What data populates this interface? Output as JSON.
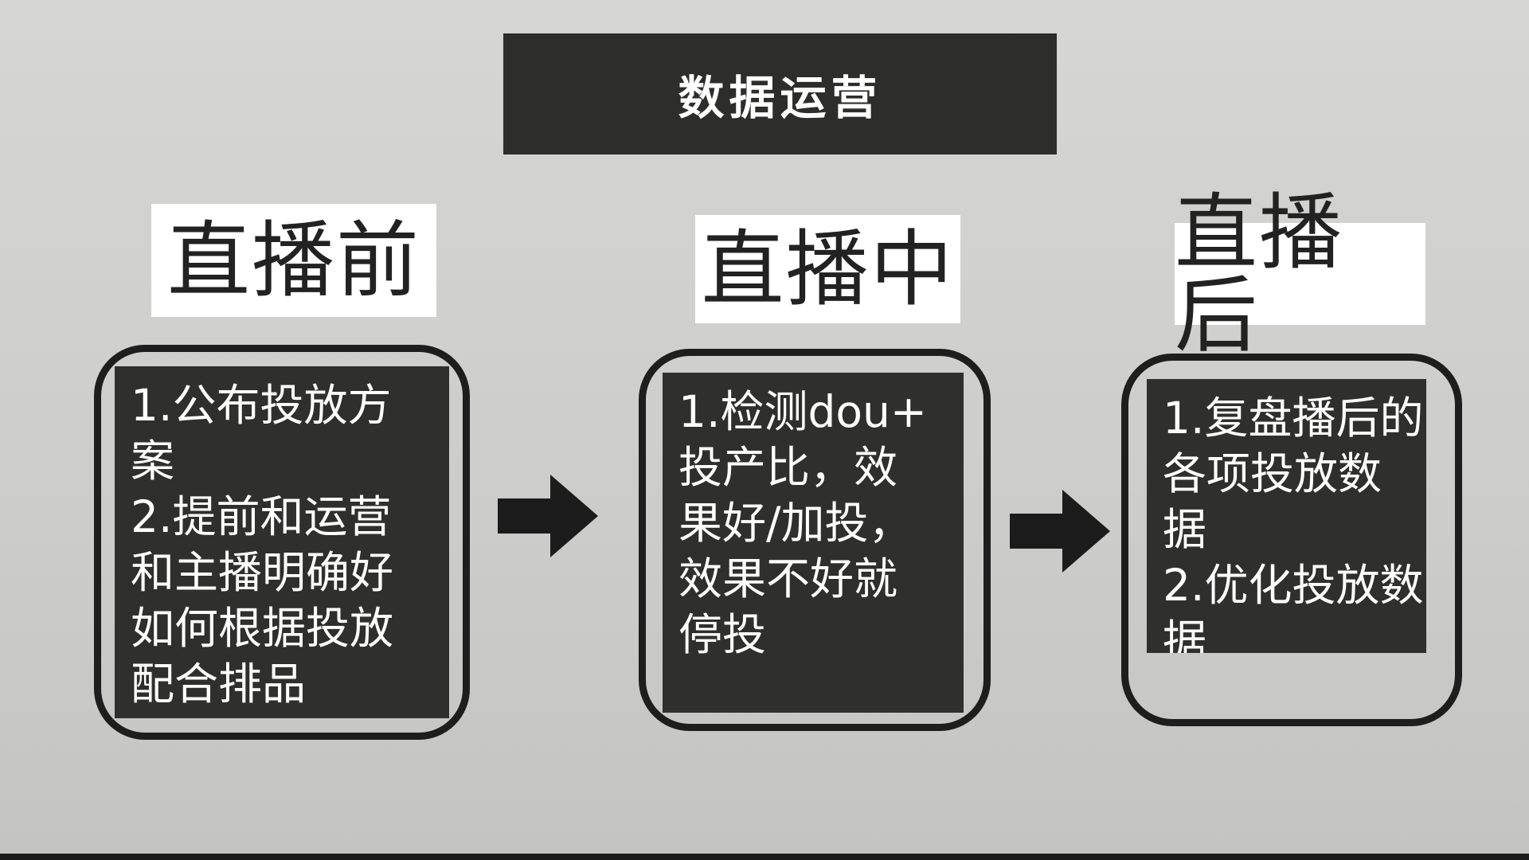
{
  "title": "数据运营",
  "stages": [
    {
      "label": "直播前",
      "lines": [
        "1.公布投放方",
        "案",
        "2.提前和运营",
        "和主播明确好",
        "如何根据投放",
        "配合排品"
      ]
    },
    {
      "label": "直播中",
      "lines": [
        "1.检测dou+",
        "投产比，效",
        "果好/加投，",
        "效果不好就",
        "停投"
      ]
    },
    {
      "label": "直播后",
      "lines": [
        "1.复盘播后的",
        "各项投放数",
        "据",
        "2.优化投放数",
        "据"
      ]
    }
  ],
  "colors": {
    "background": "#cfcfcd",
    "card": "#2f2f2e",
    "frame": "#1e1e1e",
    "label_background": "#ffffff",
    "title_bar": "#2d2d2c"
  },
  "icons": {
    "flow_arrow": "arrow-right-icon"
  }
}
